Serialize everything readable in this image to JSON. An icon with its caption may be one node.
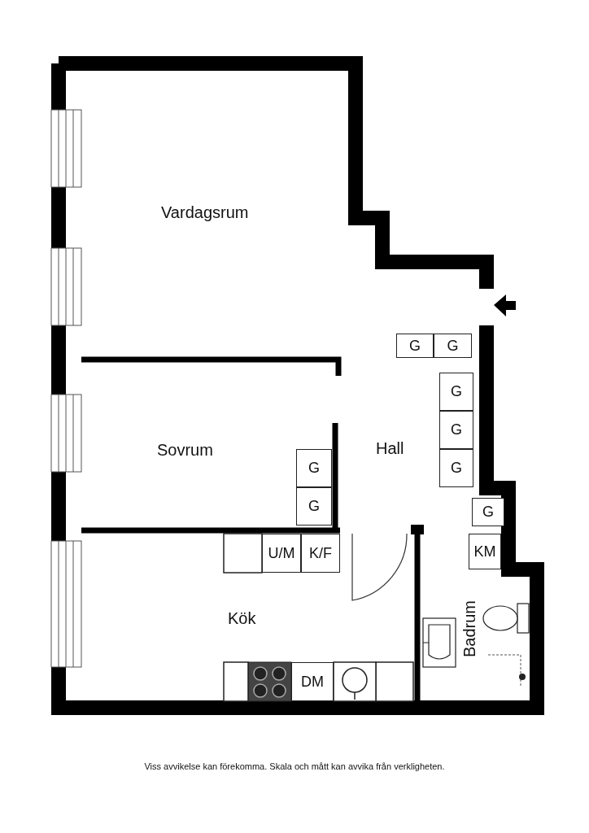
{
  "diagram": {
    "nodes": [
      {
        "text": [
          "Vardagsrum"
        ]
      },
      {
        "text": [
          "Hall"
        ]
      },
      {
        "text": [
          "G"
        ],
        "in": 1
      },
      {
        "text": [
          "G"
        ],
        "in": 1
      },
      {
        "text": [
          "G"
        ],
        "in": 1
      },
      {
        "text": [
          "G"
        ],
        "in": 1
      },
      {
        "text": [
          "G"
        ],
        "in": 1
      },
      {
        "text": [
          "Sovrum"
        ]
      },
      {
        "text": [
          "G"
        ],
        "in": 7
      },
      {
        "text": [
          "G"
        ],
        "in": 7
      },
      {
        "text": [
          "G"
        ],
        "in": 1
      },
      {
        "text": [
          "Kök"
        ]
      },
      {
        "text": [
          "U/M"
        ],
        "in": 11
      },
      {
        "text": [
          "K/F"
        ],
        "in": 11
      },
      {
        "text": [
          "DM"
        ],
        "in": 11
      },
      {
        "text": [
          "Badrum"
        ]
      },
      {
        "text": [
          "KM"
        ],
        "in": 15
      }
    ],
    "labels": [
      "Viss avvikelse kan förekomma. Skala och mått kan avvika från verkligheten."
    ]
  }
}
